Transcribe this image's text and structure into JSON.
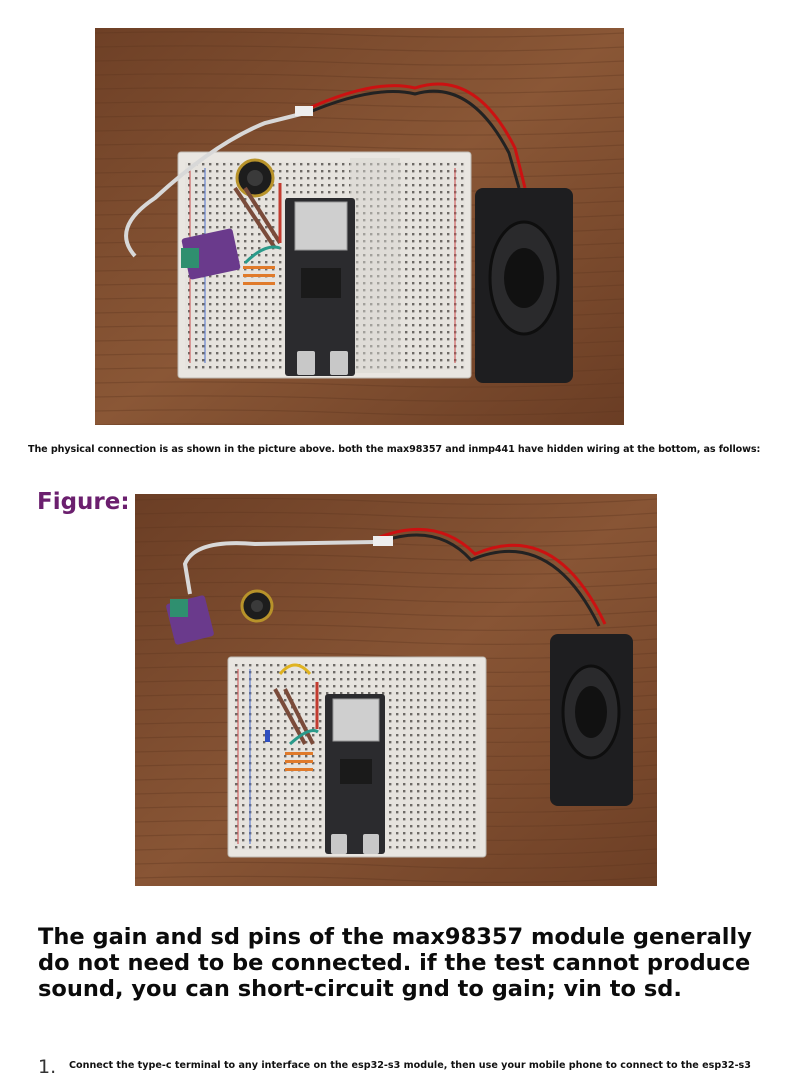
{
  "doc": {
    "caption": "The physical connection is as shown in the picture above. both the max98357 and inmp441 have hidden wiring at the bottom, as follows:",
    "figure_label": "Figure:",
    "note": "The gain and sd pins of the max98357 module generally do not need to be connected. if the test cannot produce sound, you can short-circuit gnd to gain; vin to sd.",
    "step_number": "1.",
    "step_text": "Connect the type-c terminal to any interface on the esp32-s3 module, then use your mobile phone to connect to the esp32-s3"
  },
  "colors": {
    "wood": "#7a4a2c",
    "breadboard": "#e4e1dc",
    "module_purple": "#6a3a8c",
    "figure_label": "#6b1f6e"
  },
  "photos": [
    {
      "id": "photo1",
      "subject": "breadboard-with-esp32-s3-max98357-inmp441-speaker"
    },
    {
      "id": "photo2",
      "subject": "breadboard-with-modules-detached-and-speaker"
    }
  ]
}
